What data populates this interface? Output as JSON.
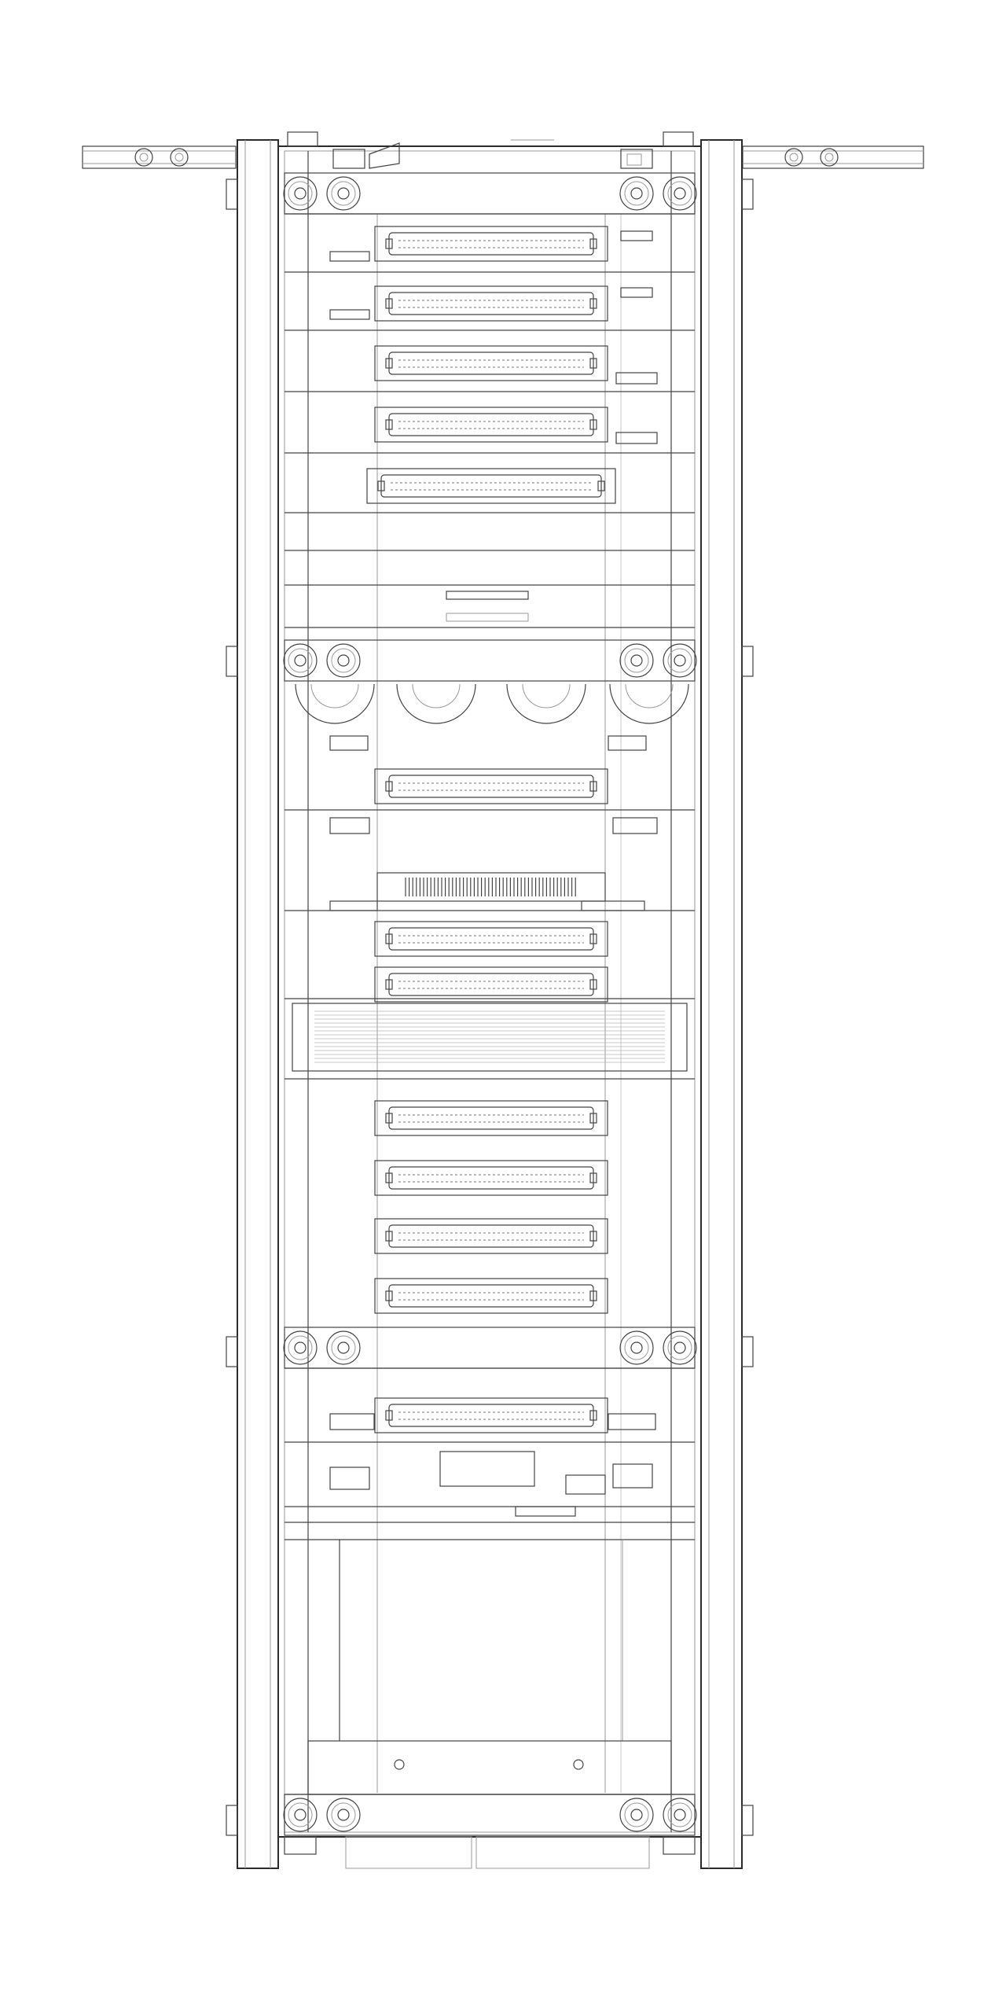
{
  "diagram": {
    "type": "line-drawing",
    "subject": "rack-mounted-card-cage",
    "stroke_color": "#2b2b2b",
    "background_color": "#ffffff",
    "connector_modules": 14,
    "fan_openings": 4,
    "mounting_screws_per_crossbar": 4,
    "crossbars": 4
  }
}
